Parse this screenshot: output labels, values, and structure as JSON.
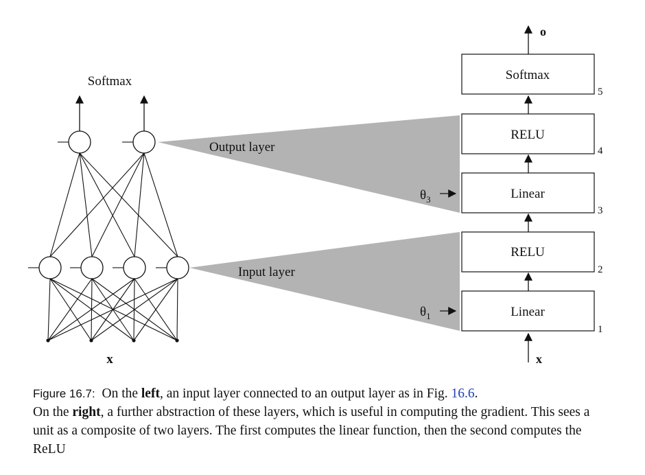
{
  "left_network": {
    "top_label": "Softmax",
    "input_label": "x"
  },
  "callouts": {
    "output_layer": "Output layer",
    "input_layer": "Input layer"
  },
  "stack": {
    "output_label": "o",
    "input_label": "x",
    "blocks": [
      {
        "label": "Softmax",
        "index": "5"
      },
      {
        "label": "RELU",
        "index": "4"
      },
      {
        "label": "Linear",
        "index": "3"
      },
      {
        "label": "RELU",
        "index": "2"
      },
      {
        "label": "Linear",
        "index": "1"
      }
    ],
    "params": [
      {
        "symbol": "θ",
        "subscript": "3"
      },
      {
        "symbol": "θ",
        "subscript": "1"
      }
    ]
  },
  "caption": {
    "figure_label": "Figure 16.7:",
    "t1": "On the ",
    "b1": "left",
    "t2": ", an input layer connected to an output layer as in Fig. ",
    "ref": "16.6",
    "t3": ".",
    "t4": "On the ",
    "b2": "right",
    "t5": ", a further abstraction of these layers, which is useful in computing the gradient. This sees a unit as a composite of two layers. The first computes the linear function, then the second computes the ReLU"
  },
  "colors": {
    "shade": "#b3b3b3",
    "line": "#111111",
    "link": "#1f3fb0"
  }
}
